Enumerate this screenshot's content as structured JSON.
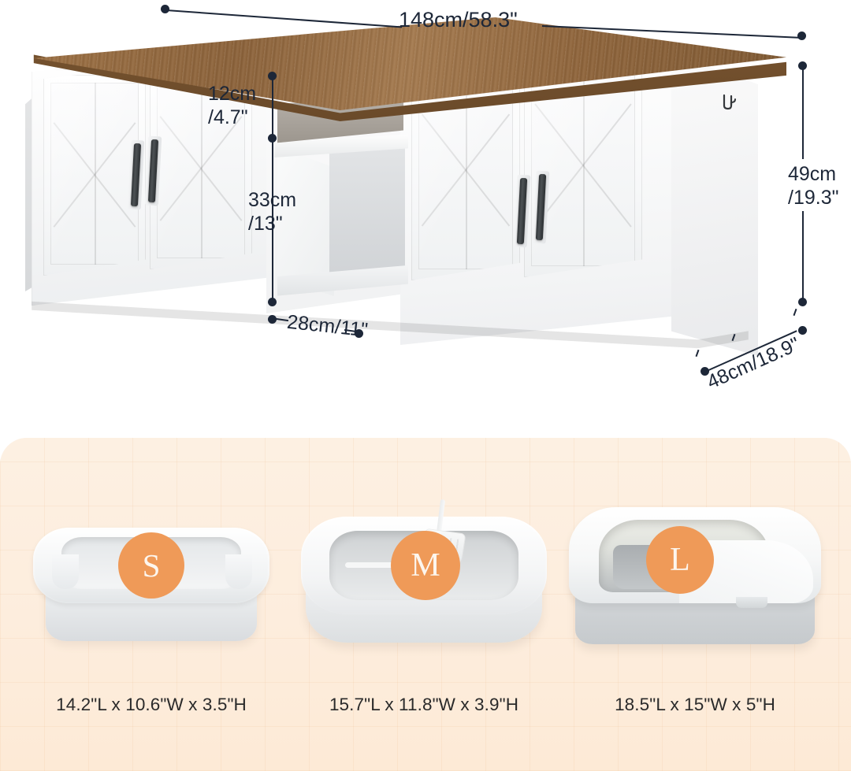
{
  "product_diagram": {
    "name": "cat-litter-box-enclosure-cabinet",
    "dimensions": {
      "overall_width": "148cm/58.3\"",
      "upper_cubby_height": "12cm\n/4.7\"",
      "lower_cubby_height": "33cm\n/13\"",
      "cubby_width": "28cm/11\"",
      "overall_height": "49cm\n/19.3\"",
      "overall_depth": "48cm/18.9\""
    },
    "colors": {
      "wood_top": "#8b6138",
      "body_white": "#f7f8f9",
      "handle_dark": "#2f3336",
      "dimension_ink": "#1d2738"
    }
  },
  "sizes_panel": {
    "background": "#fdeddd",
    "badge_color": "#ef9a58",
    "boxes": [
      {
        "badge": "S",
        "caption": "14.2\"L x 10.6\"W x 3.5\"H"
      },
      {
        "badge": "M",
        "caption": "15.7\"L x 11.8\"W x 3.9\"H"
      },
      {
        "badge": "L",
        "caption": "18.5\"L x 15\"W x 5\"H"
      }
    ]
  }
}
